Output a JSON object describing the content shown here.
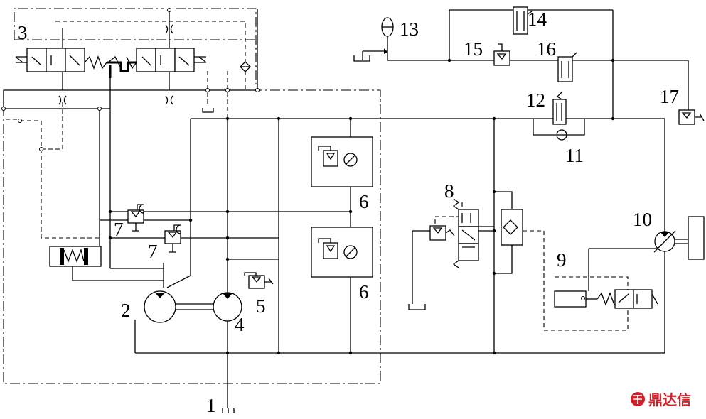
{
  "labels": {
    "l1": "1",
    "l2": "2",
    "l3": "3",
    "l4": "4",
    "l5": "5",
    "l6a": "6",
    "l6b": "6",
    "l7a": "7",
    "l7b": "7",
    "l8": "8",
    "l9": "9",
    "l10": "10",
    "l11": "11",
    "l12": "12",
    "l13": "13",
    "l14": "14",
    "l15": "15",
    "l16": "16",
    "l17": "17"
  },
  "watermark": {
    "text": "鼎达信",
    "color": "#d3202a"
  }
}
